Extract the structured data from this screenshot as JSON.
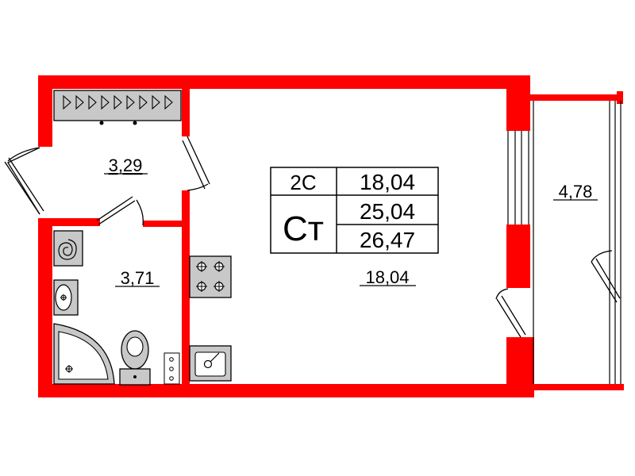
{
  "rooms": {
    "hallway_area": "3,29",
    "bathroom_area": "3,71",
    "main_room_area": "18,04",
    "balcony_area": "4,78"
  },
  "stamp": {
    "code": "2C",
    "type_mark": "Ст",
    "living_area": "18,04",
    "total_area": "25,04",
    "total_with_balcony": "26,47"
  },
  "colors": {
    "wall": "#ff0000",
    "fixture_fill": "#c8c8c8",
    "outline": "#000000",
    "background": "#ffffff"
  }
}
